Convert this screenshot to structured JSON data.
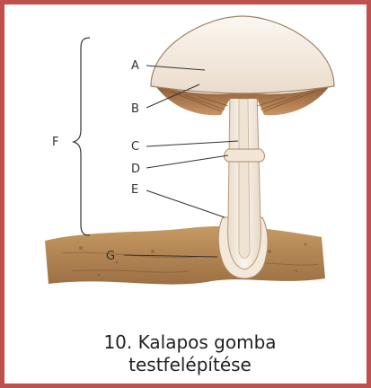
{
  "labels": {
    "A": "A",
    "B": "B",
    "C": "C",
    "D": "D",
    "E": "E",
    "F": "F",
    "G": "G"
  },
  "caption": {
    "line1": "10. Kalapos gomba",
    "line2": "testfelépítése"
  },
  "colors": {
    "border": "#c0504d",
    "cap": "#f6efe6",
    "gills": "#b07a4e",
    "stem": "#f8f1e6",
    "soil": "#b88a55"
  }
}
